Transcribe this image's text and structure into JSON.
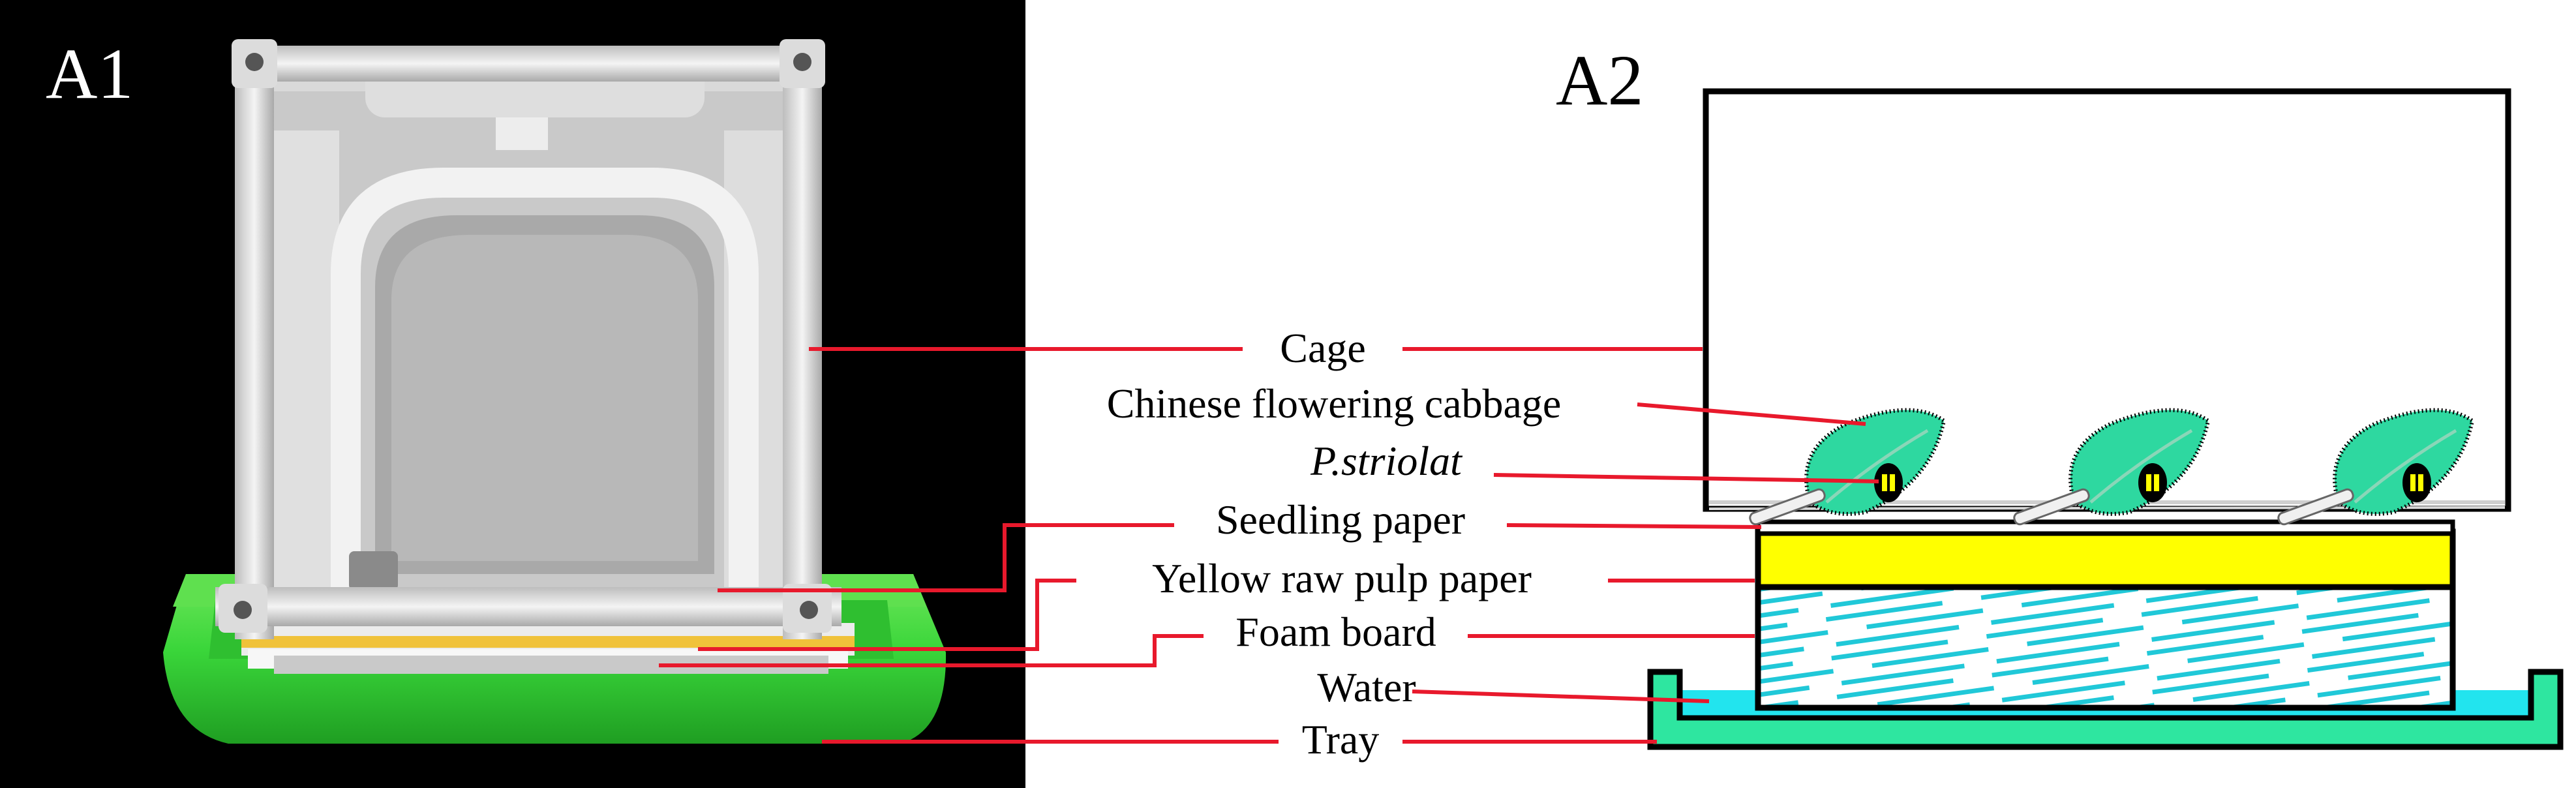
{
  "panels": {
    "photo": {
      "label": "A1"
    },
    "schematic": {
      "label": "A2"
    }
  },
  "labels": {
    "cage": "Cage",
    "cabbage": "Chinese flowering cabbage",
    "beetle": "P.striolat",
    "seedling_paper": "Seedling paper",
    "pulp_paper": "Yellow raw pulp paper",
    "foam_board": "Foam board",
    "water": "Water",
    "tray": "Tray"
  },
  "colors": {
    "leader_line": "#e8192c",
    "leaf": "#2ed8a0",
    "pulp_paper": "#ffff00",
    "water": "#22e4ee",
    "foam_stripes": "#20c8d8",
    "tray": "#2ee6a0",
    "photo_tray": "#3ad63a",
    "photo_background": "#000000"
  }
}
